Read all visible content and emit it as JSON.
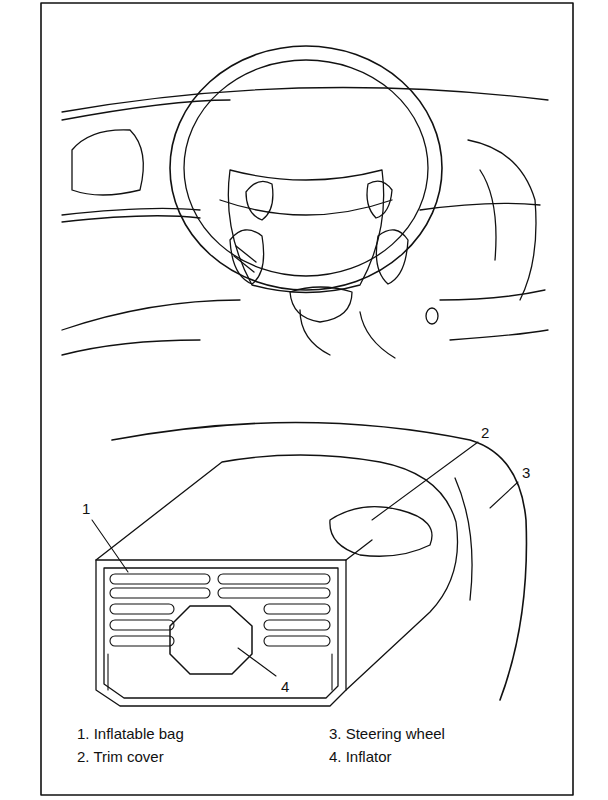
{
  "diagram": {
    "labels": [
      "1",
      "2",
      "3",
      "4",
      "1. Inflatable bag",
      "2. Trim cover",
      "3. Steering wheel",
      "4. Inflator"
    ]
  }
}
